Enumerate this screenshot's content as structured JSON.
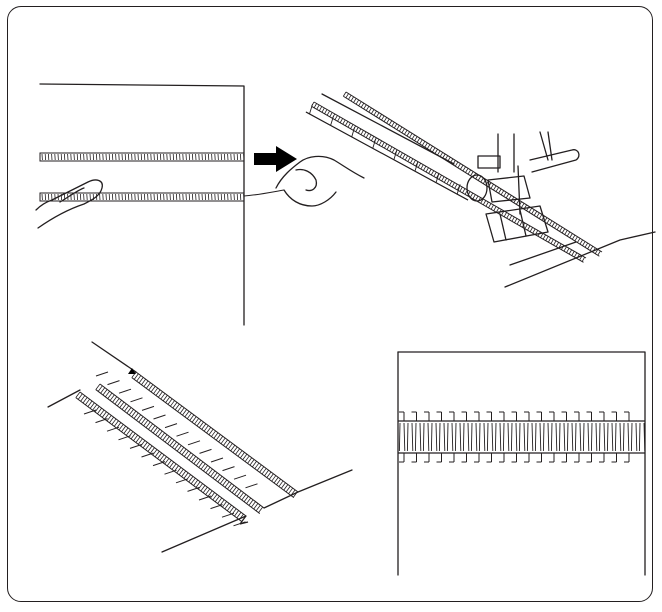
{
  "figure": {
    "panels": [
      {
        "id": "pull-bobbin-threads",
        "description_visible_text": ""
      },
      {
        "id": "sew-with-foot",
        "description_visible_text": ""
      },
      {
        "id": "gathered-stitched-seam",
        "description_visible_text": ""
      },
      {
        "id": "finished-shirring",
        "description_visible_text": ""
      }
    ],
    "colors": {
      "line": "#231f20",
      "background": "#ffffff",
      "arrow": "#000000"
    }
  }
}
